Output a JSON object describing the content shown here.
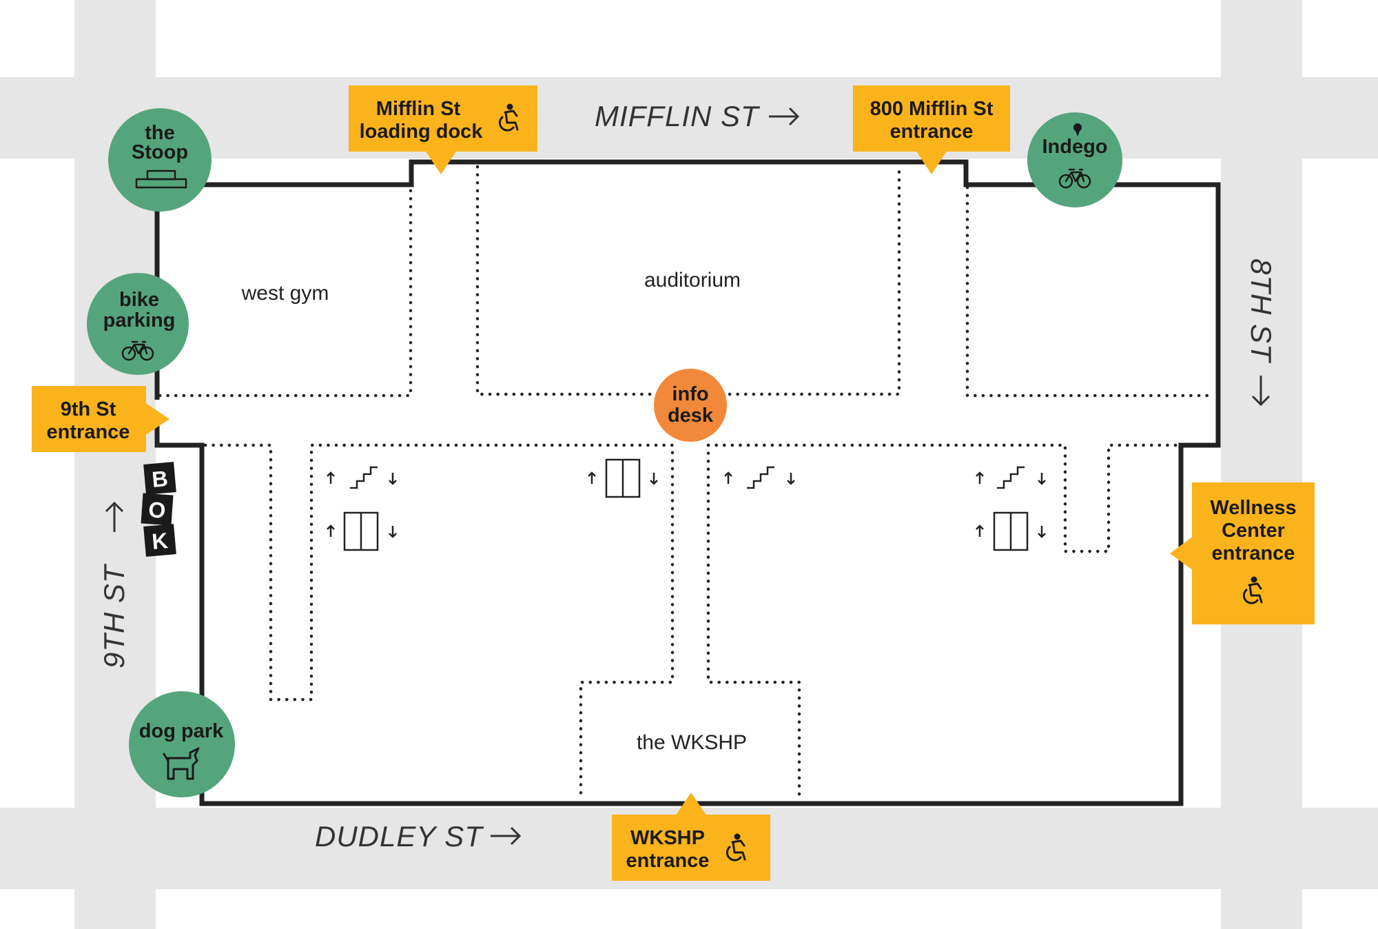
{
  "streets": {
    "north": "MIFFLIN ST",
    "south": "DUDLEY ST",
    "west": "9TH ST",
    "east": "8TH ST"
  },
  "rooms": {
    "west_gym": "west gym",
    "auditorium": "auditorium",
    "wkshp": "the WKSHP"
  },
  "entrances": {
    "loading_dock": [
      "Mifflin St",
      "loading dock"
    ],
    "mifflin_800": [
      "800 Mifflin St",
      "entrance"
    ],
    "ninth_st": [
      "9th St",
      "entrance"
    ],
    "wellness": [
      "Wellness",
      "Center",
      "entrance"
    ],
    "wkshp": [
      "WKSHP",
      "entrance"
    ]
  },
  "amenities": {
    "stoop": [
      "the",
      "Stoop"
    ],
    "bike_parking": [
      "bike",
      "parking"
    ],
    "indego": "Indego",
    "dog_park": "dog park",
    "info_desk": [
      "info",
      "desk"
    ]
  },
  "building_logo": [
    "B",
    "O",
    "K"
  ],
  "colors": {
    "entrance": "#fbb31b",
    "amenity": "#55a57c",
    "info": "#f2893a",
    "street": "#e6e6e6",
    "wall": "#222222"
  },
  "icons": [
    "accessible-icon",
    "bike-icon",
    "stairs-icon",
    "elevator-icon",
    "dog-icon",
    "stoop-icon",
    "location-pin-icon",
    "arrow-up-icon",
    "arrow-down-icon",
    "arrow-right-icon"
  ]
}
